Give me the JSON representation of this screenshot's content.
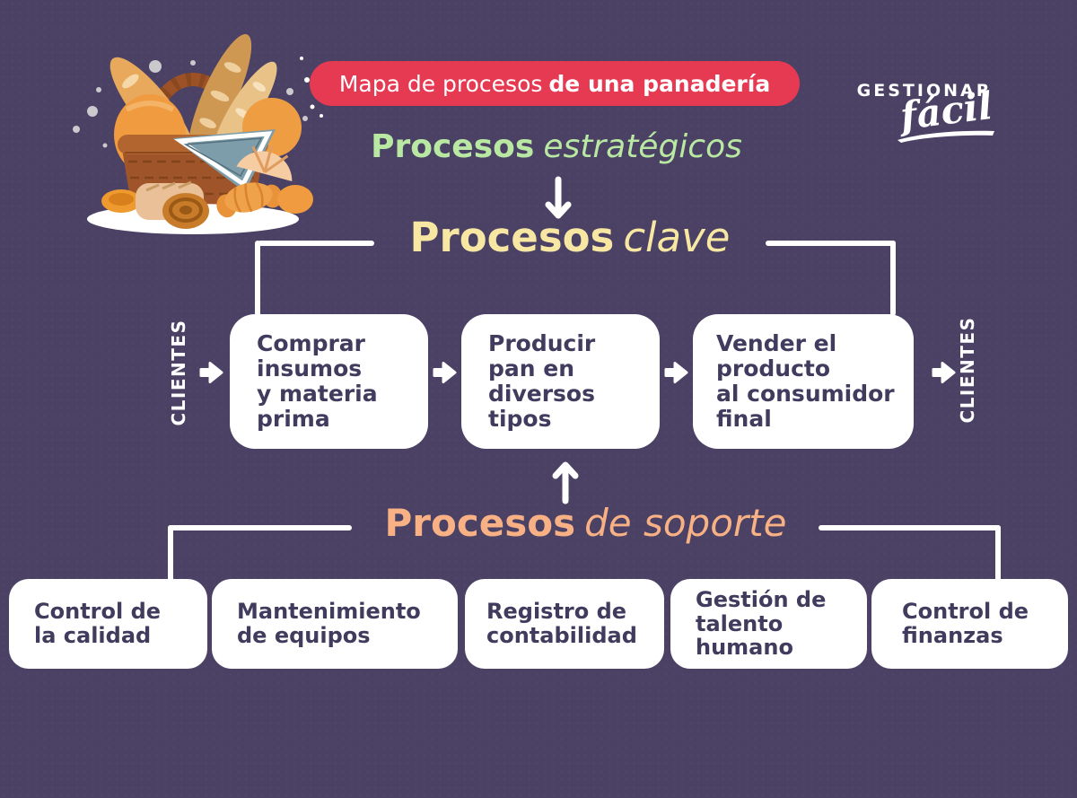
{
  "colors": {
    "bg": "#4a4164",
    "banner": "#e63a52",
    "strategic": "#b9e8a3",
    "keycol": "#f7e7a3",
    "support": "#f8b184",
    "boxBg": "#ffffff",
    "boxText": "#413b5e",
    "line": "#ffffff"
  },
  "banner": {
    "regular": "Mapa de procesos",
    "bold": "de una panadería"
  },
  "logo": {
    "top": "GESTIONAR",
    "script": "fácil"
  },
  "headings": {
    "strategic": {
      "bold": "Procesos",
      "italic": "estratégicos"
    },
    "key": {
      "bold": "Procesos",
      "italic": "clave"
    },
    "support": {
      "bold": "Procesos",
      "italic": "de soporte"
    }
  },
  "side_labels": {
    "left": "CLIENTES",
    "right": "CLIENTES"
  },
  "key_processes": [
    {
      "lines": [
        "Comprar",
        "insumos",
        "y materia",
        "prima"
      ]
    },
    {
      "lines": [
        "Producir",
        "pan en",
        "diversos",
        "tipos"
      ]
    },
    {
      "lines": [
        "Vender el",
        "producto",
        "al consumidor",
        "final"
      ]
    }
  ],
  "support_processes": [
    {
      "lines": [
        "Control de",
        "la calidad"
      ]
    },
    {
      "lines": [
        "Mantenimiento",
        "de equipos"
      ]
    },
    {
      "lines": [
        "Registro de",
        "contabilidad"
      ]
    },
    {
      "lines": [
        "Gestión de",
        "talento",
        "humano"
      ]
    },
    {
      "lines": [
        "Control de",
        "finanzas"
      ]
    }
  ],
  "icons": {
    "arrow_down": "↓",
    "arrow_up": "↑",
    "arrow_right": "→",
    "illustration": "bakery-basket"
  }
}
